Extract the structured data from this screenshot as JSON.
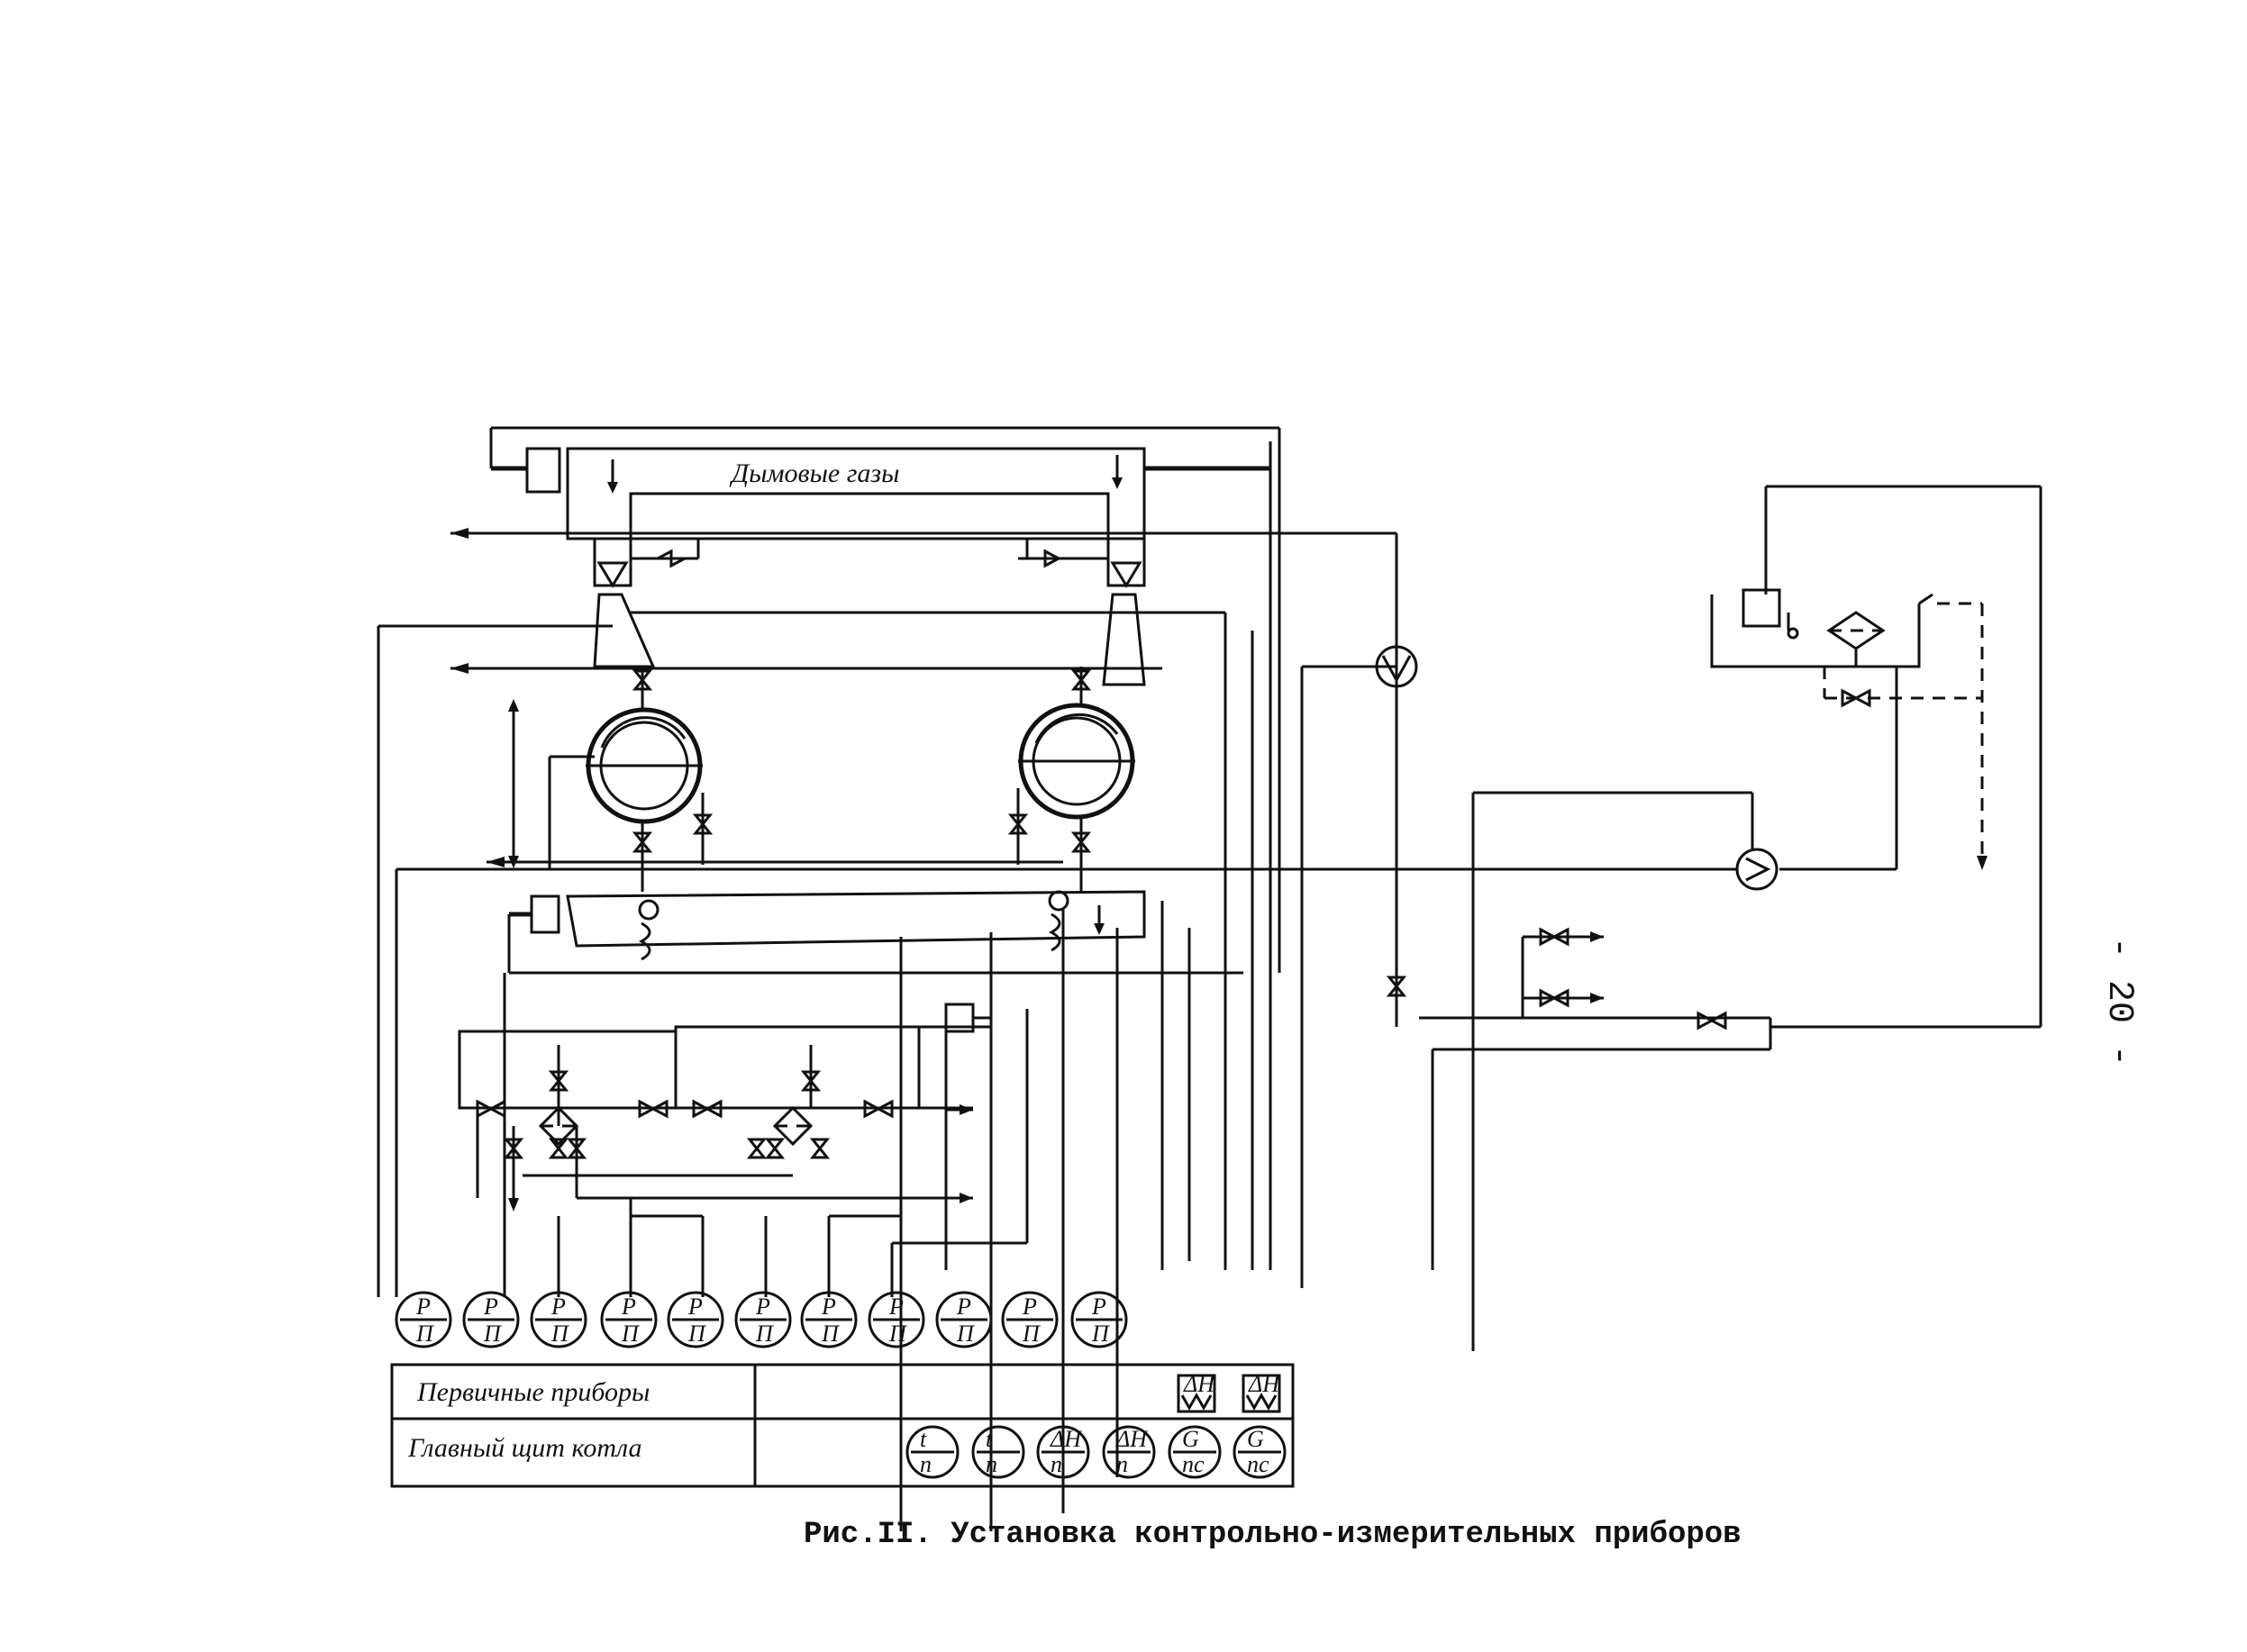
{
  "diagram": {
    "flue_gas_label": "Дымовые газы",
    "table": {
      "row1_label": "Первичные приборы",
      "row2_label": "Главный щит котла"
    },
    "gauges_bottom": [
      {
        "top": "P",
        "bottom": "П"
      },
      {
        "top": "P",
        "bottom": "П"
      },
      {
        "top": "P",
        "bottom": "П"
      },
      {
        "top": "P",
        "bottom": "П"
      },
      {
        "top": "P",
        "bottom": "П"
      },
      {
        "top": "P",
        "bottom": "П"
      },
      {
        "top": "P",
        "bottom": "П"
      },
      {
        "top": "P",
        "bottom": "П"
      },
      {
        "top": "P",
        "bottom": "П"
      },
      {
        "top": "P",
        "bottom": "П"
      },
      {
        "top": "P",
        "bottom": "П"
      }
    ],
    "panel_gauges": [
      {
        "top": "t",
        "bottom": "п"
      },
      {
        "top": "t",
        "bottom": "п"
      },
      {
        "top": "ΔH",
        "bottom": "п"
      },
      {
        "top": "ΔH",
        "bottom": "п"
      },
      {
        "top": "G",
        "bottom": "пс"
      },
      {
        "top": "G",
        "bottom": "пс"
      }
    ],
    "primary_devices": [
      "ΔH",
      "ΔH"
    ]
  },
  "caption": "Рис.II. Установка контрольно-измерительных приборов",
  "page_number": "- 20 -"
}
